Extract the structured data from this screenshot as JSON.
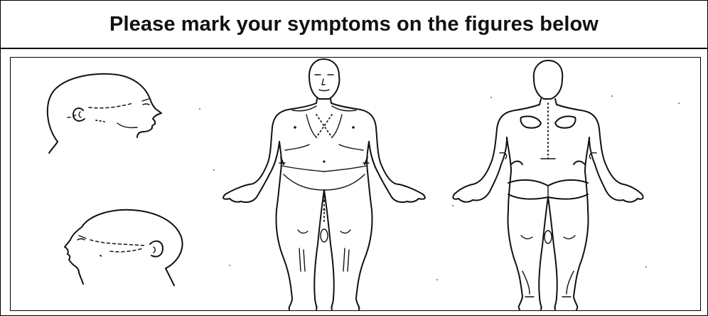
{
  "form": {
    "title": "Please mark your symptoms on the figures below"
  },
  "figures": {
    "head_right_profile": "head-right-profile",
    "head_left_profile": "head-left-profile",
    "body_front": "body-front",
    "body_back": "body-back"
  }
}
